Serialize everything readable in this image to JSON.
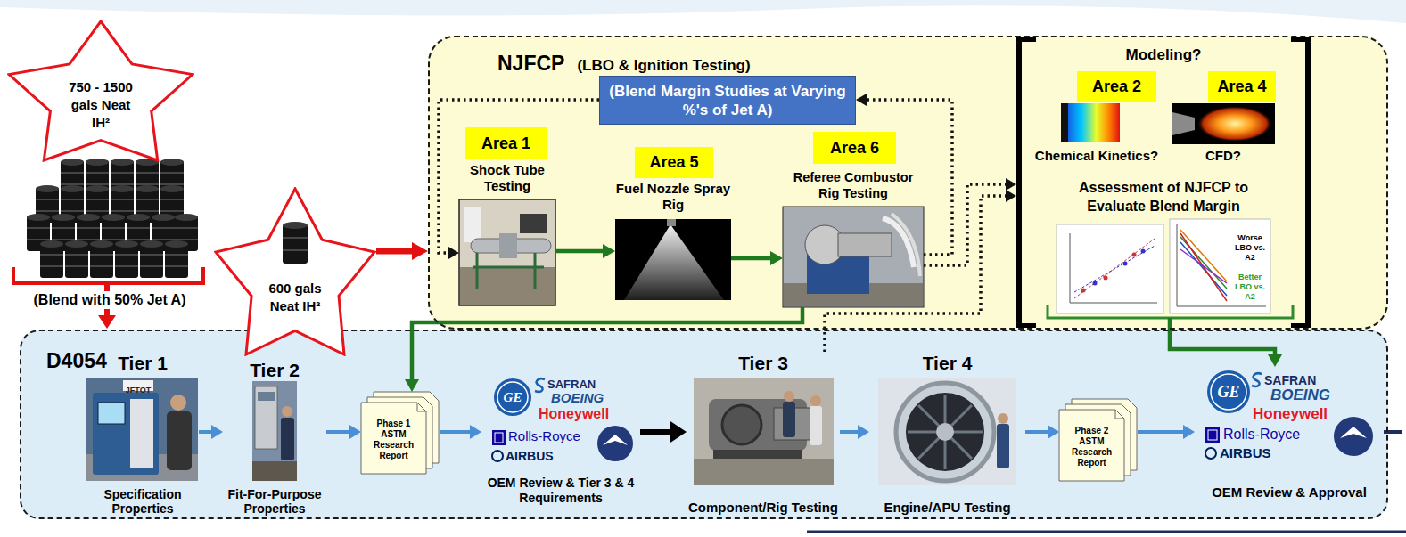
{
  "diagram": {
    "nodes": [
      {
        "text": [
          "750 - 1500 gals Neat IH²"
        ]
      },
      {
        "text": [
          "600 gals Neat IH²"
        ]
      },
      {
        "text": [
          "NJFCP",
          "(LBO & Ignition Testing)"
        ]
      },
      {
        "text": [
          "(Blend Margin Studies at Varying %'s of Jet A)"
        ],
        "in": 2
      },
      {
        "text": [
          "Area 1"
        ],
        "in": 2
      },
      {
        "text": [
          "Shock Tube Testing"
        ],
        "in": 2
      },
      {
        "text": [
          "Area 5"
        ],
        "in": 2
      },
      {
        "text": [
          "Fuel Nozzle Spray Rig"
        ],
        "in": 2
      },
      {
        "text": [
          "Area 6"
        ],
        "in": 2
      },
      {
        "text": [
          "Referee Combustor Rig Testing"
        ],
        "in": 2
      },
      {
        "text": [
          "Modeling?"
        ],
        "in": 2
      },
      {
        "text": [
          "Area 2"
        ],
        "in": 10
      },
      {
        "text": [
          "Chemical Kinetics?"
        ],
        "in": 10
      },
      {
        "text": [
          "Area 4"
        ],
        "in": 10
      },
      {
        "text": [
          "CFD?"
        ],
        "in": 10
      },
      {
        "text": [
          "Assessment of NJFCP to Evaluate Blend Margin"
        ],
        "in": 10
      },
      {
        "text": [
          "D4054"
        ]
      },
      {
        "text": [
          "Tier 1",
          "Specification Properties"
        ],
        "in": 16
      },
      {
        "text": [
          "Tier 2",
          "Fit-For-Purpose Properties"
        ],
        "in": 16
      },
      {
        "text": [
          "Phase 1 ASTM Research Report"
        ],
        "in": 16
      },
      {
        "text": [
          "OEM Review & Tier 3 & 4 Requirements"
        ],
        "in": 16
      },
      {
        "text": [
          "Tier 3",
          "Component/Rig Testing"
        ],
        "in": 16
      },
      {
        "text": [
          "Tier 4",
          "Engine/APU Testing"
        ],
        "in": 16
      },
      {
        "text": [
          "Phase 2 ASTM Research Report"
        ],
        "in": 16
      },
      {
        "text": [
          "OEM Review & Approval"
        ],
        "in": 16
      }
    ],
    "edges": [
      {
        "from": 1,
        "to": 2,
        "arrow": "to"
      },
      {
        "from": 3,
        "to": 5,
        "arrow": "to"
      },
      {
        "from": 5,
        "to": 7,
        "arrow": "to"
      },
      {
        "from": 7,
        "to": 9,
        "arrow": "to"
      },
      {
        "from": 9,
        "to": 3,
        "arrow": "to"
      },
      {
        "from": 9,
        "to": 10,
        "arrow": "to"
      },
      {
        "from": 9,
        "to": 19,
        "arrow": "to"
      },
      {
        "from": 21,
        "to": 10,
        "arrow": "to"
      },
      {
        "from": 10,
        "to": 24,
        "arrow": "to"
      },
      {
        "from": 17,
        "to": 18,
        "arrow": "to"
      },
      {
        "from": 18,
        "to": 19,
        "arrow": "to"
      },
      {
        "from": 19,
        "to": 20,
        "arrow": "to"
      },
      {
        "from": 20,
        "to": 21,
        "arrow": "to"
      },
      {
        "from": 21,
        "to": 22,
        "arrow": "to"
      },
      {
        "from": 22,
        "to": 23,
        "arrow": "to"
      },
      {
        "from": 23,
        "to": 24,
        "arrow": "to"
      }
    ],
    "labels": [
      "(Blend with 50% Jet A)",
      "JFTOT",
      "GE",
      "SAFRAN",
      "BOEING",
      "Honeywell",
      "Rolls-Royce",
      "AIRBUS",
      "GE",
      "SAFRAN",
      "BOEING",
      "Honeywell",
      "Rolls-Royce",
      "AIRBUS",
      "Worse LBO vs. A2",
      "Better LBO vs. A2"
    ]
  }
}
